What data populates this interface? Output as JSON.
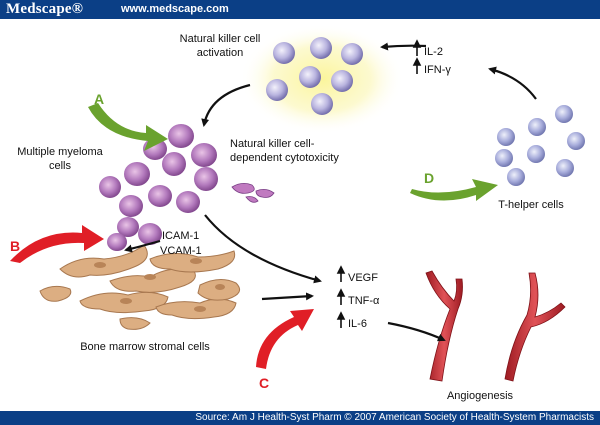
{
  "header": {
    "logo": "Medscape®",
    "url": "www.medscape.com"
  },
  "footer": {
    "source": "Source: Am J Health-Syst Pharm © 2007 American Society of Health-System Pharmacists"
  },
  "diagram": {
    "nk_activation": [
      "Natural killer cell",
      "activation"
    ],
    "myeloma": [
      "Multiple myeloma",
      "cells"
    ],
    "cytotoxicity": [
      "Natural killer cell-",
      "dependent cytotoxicity"
    ],
    "adhesion": [
      "ICAM-1",
      "VCAM-1"
    ],
    "cytokines_top": [
      "IL-2",
      "IFN-γ"
    ],
    "cytokines_mid": [
      "VEGF",
      "TNF-α",
      "IL-6"
    ],
    "t_helper": "T-helper cells",
    "stromal": "Bone marrow stromal cells",
    "angiogenesis": "Angiogenesis",
    "letters": {
      "a": "A",
      "b": "B",
      "c": "C",
      "d": "D"
    },
    "colors": {
      "green_arrow": "#6aa22e",
      "red_arrow": "#e01e26",
      "nk_cell": "#b7b2e0",
      "myeloma_cell": "#a56fb0",
      "stromal": "#d9a97a",
      "vessel": "#c0262b"
    }
  }
}
